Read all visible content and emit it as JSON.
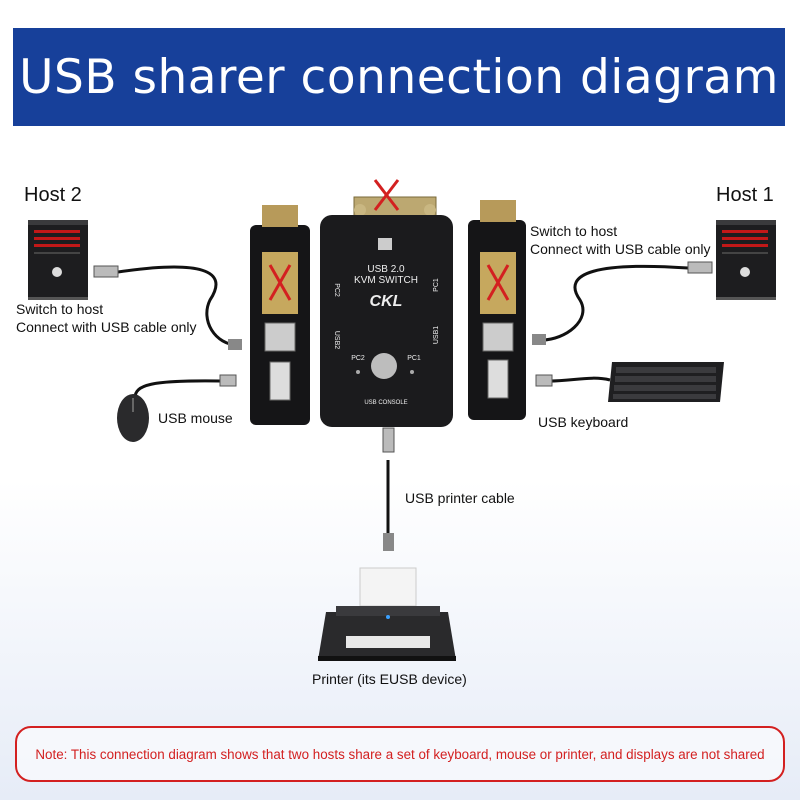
{
  "title": "USB sharer connection diagram",
  "host2": {
    "label": "Host 2",
    "switch_line1": "Switch to host",
    "switch_line2": "Connect with USB cable only"
  },
  "host1": {
    "label": "Host 1",
    "switch_line1": "Switch to host",
    "switch_line2": "Connect with USB cable only"
  },
  "devices": {
    "mouse": "USB mouse",
    "keyboard": "USB keyboard",
    "printer_cable": "USB printer cable",
    "printer": "Printer (its EUSB device)"
  },
  "switch_box": {
    "line1": "USB 2.0",
    "line2": "KVM SWITCH",
    "brand": "CKL",
    "pc1": "PC1",
    "pc2": "PC2",
    "usb1": "USB1",
    "usb2": "USB2",
    "console": "USB CONSOLE"
  },
  "note": "Note: This connection diagram shows that two hosts share a set of keyboard, mouse or printer, and displays are not shared",
  "colors": {
    "banner": "#17409a",
    "note_border": "#d32020",
    "cross": "#d32020"
  }
}
